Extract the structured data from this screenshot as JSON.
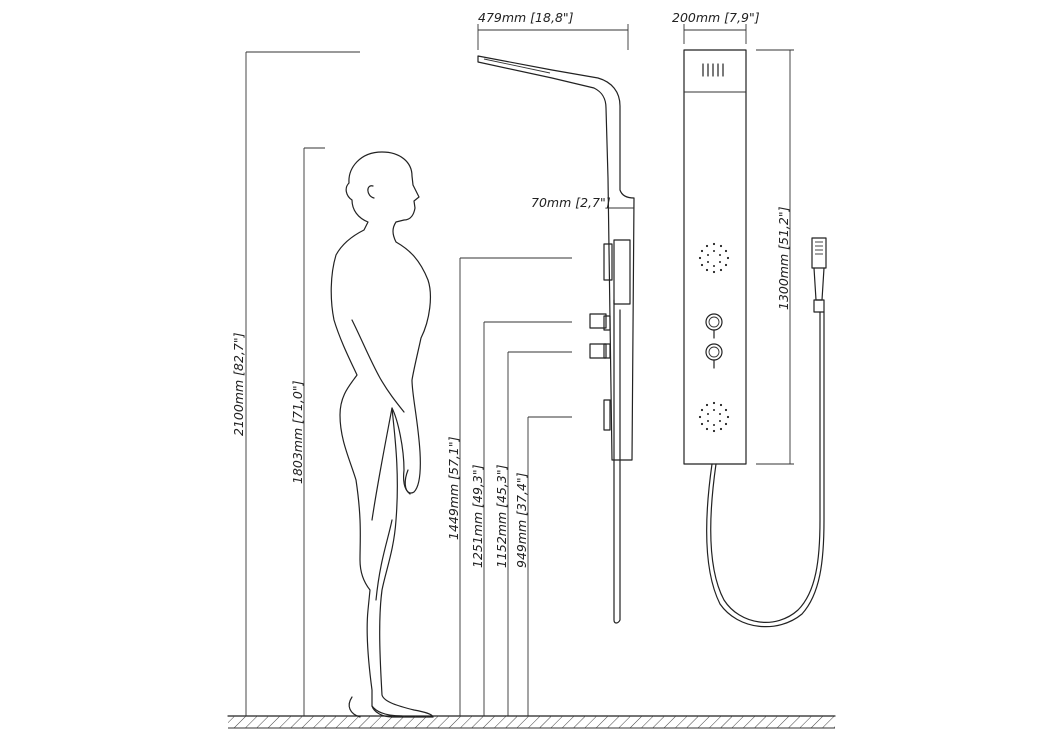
{
  "labels": {
    "total_height": "2100mm [82,7\"]",
    "person_height": "1803mm [71,0\"]",
    "shower_head_reach": "479mm [18,8\"]",
    "panel_width": "200mm [7,9\"]",
    "panel_depth": "70mm [2,7\"]",
    "panel_height": "1300mm [51,2\"]",
    "height_1449": "1449mm [57,1\"]",
    "height_1251": "1251mm [49,3\"]",
    "height_1152": "1152mm [45,3\"]",
    "height_949": "949mm [37,4\"]"
  },
  "colors": {
    "line": "#222222",
    "background": "#ffffff"
  }
}
